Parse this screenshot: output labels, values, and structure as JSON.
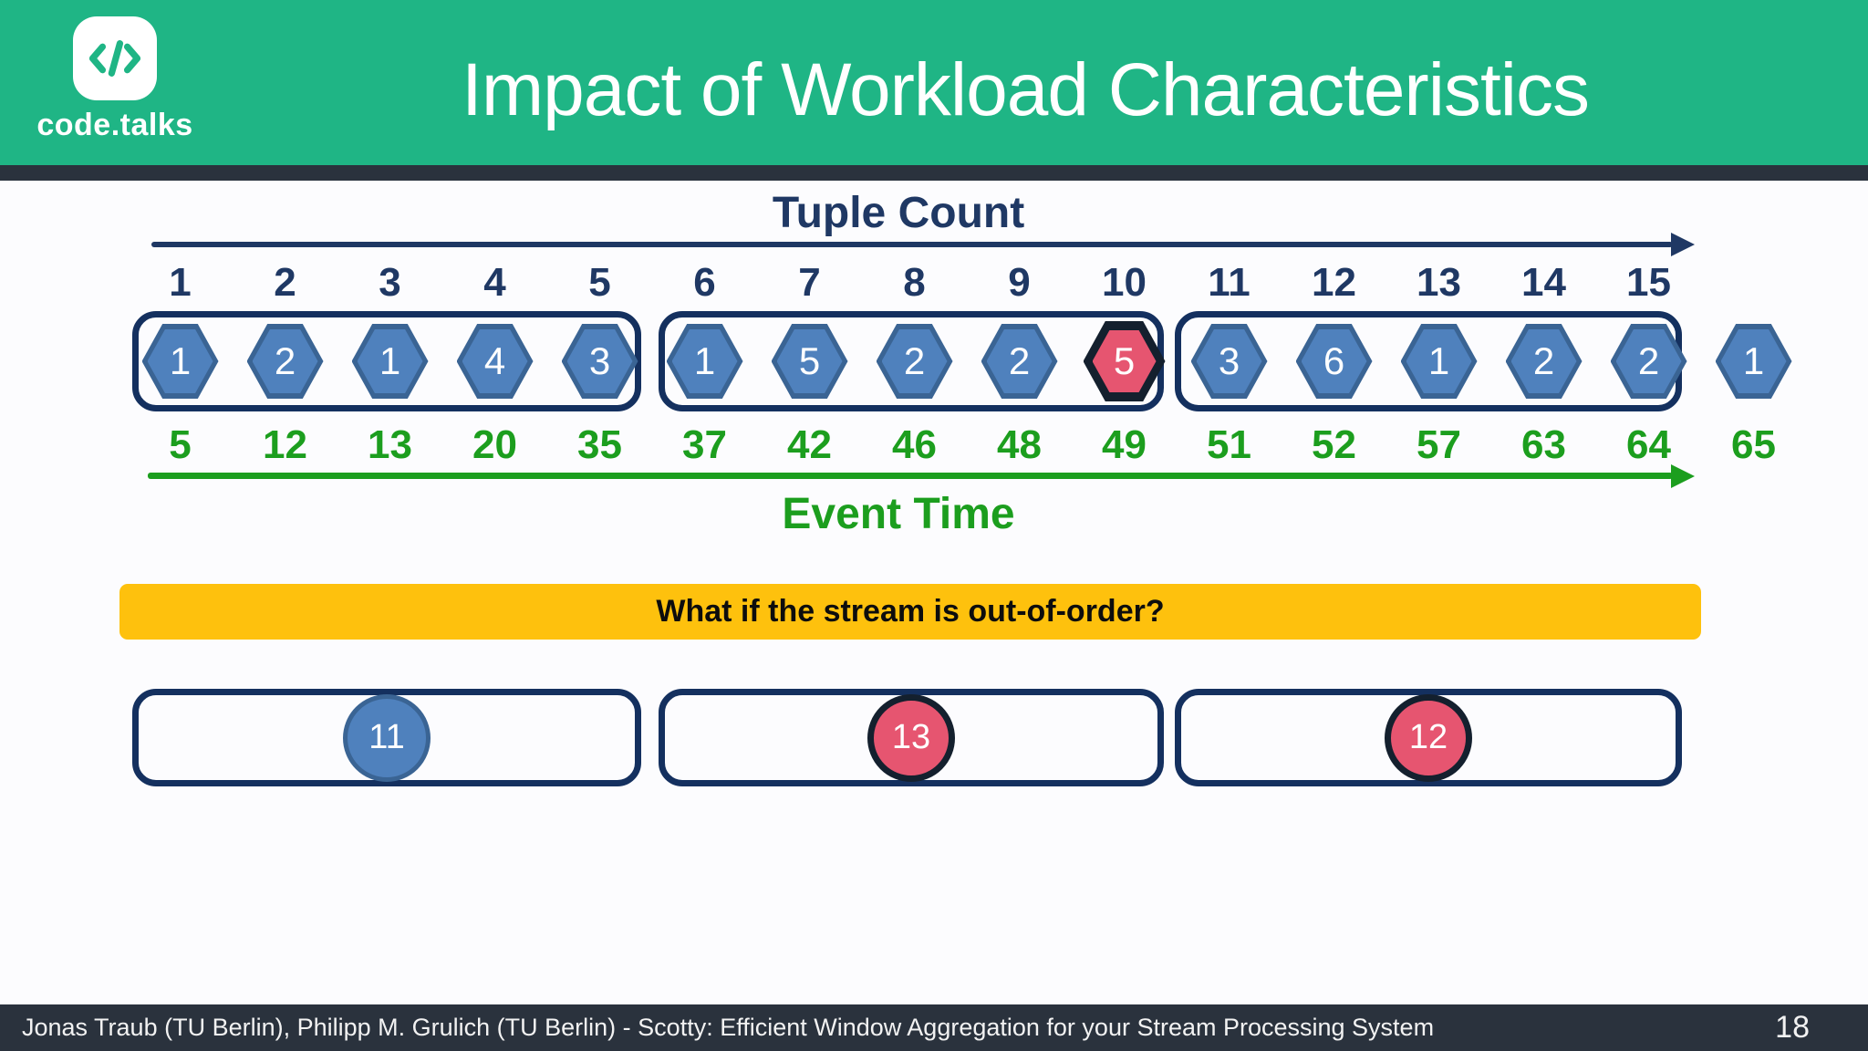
{
  "header": {
    "brand": "code.talks",
    "title": "Impact of Workload Characteristics"
  },
  "axes": {
    "tuple_count_label": "Tuple Count",
    "event_time_label": "Event Time"
  },
  "tuple_counts": [
    "1",
    "2",
    "3",
    "4",
    "5",
    "6",
    "7",
    "8",
    "9",
    "10",
    "11",
    "12",
    "13",
    "14",
    "15"
  ],
  "stream": {
    "tuples": [
      {
        "value": "1",
        "event_time": "5",
        "color": "blue"
      },
      {
        "value": "2",
        "event_time": "12",
        "color": "blue"
      },
      {
        "value": "1",
        "event_time": "13",
        "color": "blue"
      },
      {
        "value": "4",
        "event_time": "20",
        "color": "blue"
      },
      {
        "value": "3",
        "event_time": "35",
        "color": "blue"
      },
      {
        "value": "1",
        "event_time": "37",
        "color": "blue"
      },
      {
        "value": "5",
        "event_time": "42",
        "color": "blue"
      },
      {
        "value": "2",
        "event_time": "46",
        "color": "blue"
      },
      {
        "value": "2",
        "event_time": "48",
        "color": "blue"
      },
      {
        "value": "5",
        "event_time": "49",
        "color": "red"
      },
      {
        "value": "3",
        "event_time": "51",
        "color": "blue"
      },
      {
        "value": "6",
        "event_time": "52",
        "color": "blue"
      },
      {
        "value": "1",
        "event_time": "57",
        "color": "blue"
      },
      {
        "value": "2",
        "event_time": "63",
        "color": "blue"
      },
      {
        "value": "2",
        "event_time": "64",
        "color": "blue"
      },
      {
        "value": "1",
        "event_time": "65",
        "color": "blue"
      }
    ]
  },
  "banner": {
    "text": "What if the stream is out-of-order?"
  },
  "out_of_order": {
    "windows": [
      {
        "value": "11",
        "color": "blue"
      },
      {
        "value": "13",
        "color": "red"
      },
      {
        "value": "12",
        "color": "red"
      }
    ]
  },
  "footer": {
    "credits": "Jonas Traub (TU Berlin), Philipp M. Grulich (TU Berlin) - Scotty: Efficient Window Aggregation for your Stream Processing System",
    "page_number": "18"
  },
  "colors": {
    "header_green": "#1fb585",
    "navy": "#1f3864",
    "window_border_navy": "#14305f",
    "hexagon_blue": "#4f81bd",
    "hexagon_blue_border": "#3a6494",
    "out_of_order_red": "#e65570",
    "out_of_order_red_border": "#14202e",
    "event_time_green": "#1c9e1e",
    "banner_yellow": "#fec10d",
    "footer_dark": "#2a323d"
  }
}
